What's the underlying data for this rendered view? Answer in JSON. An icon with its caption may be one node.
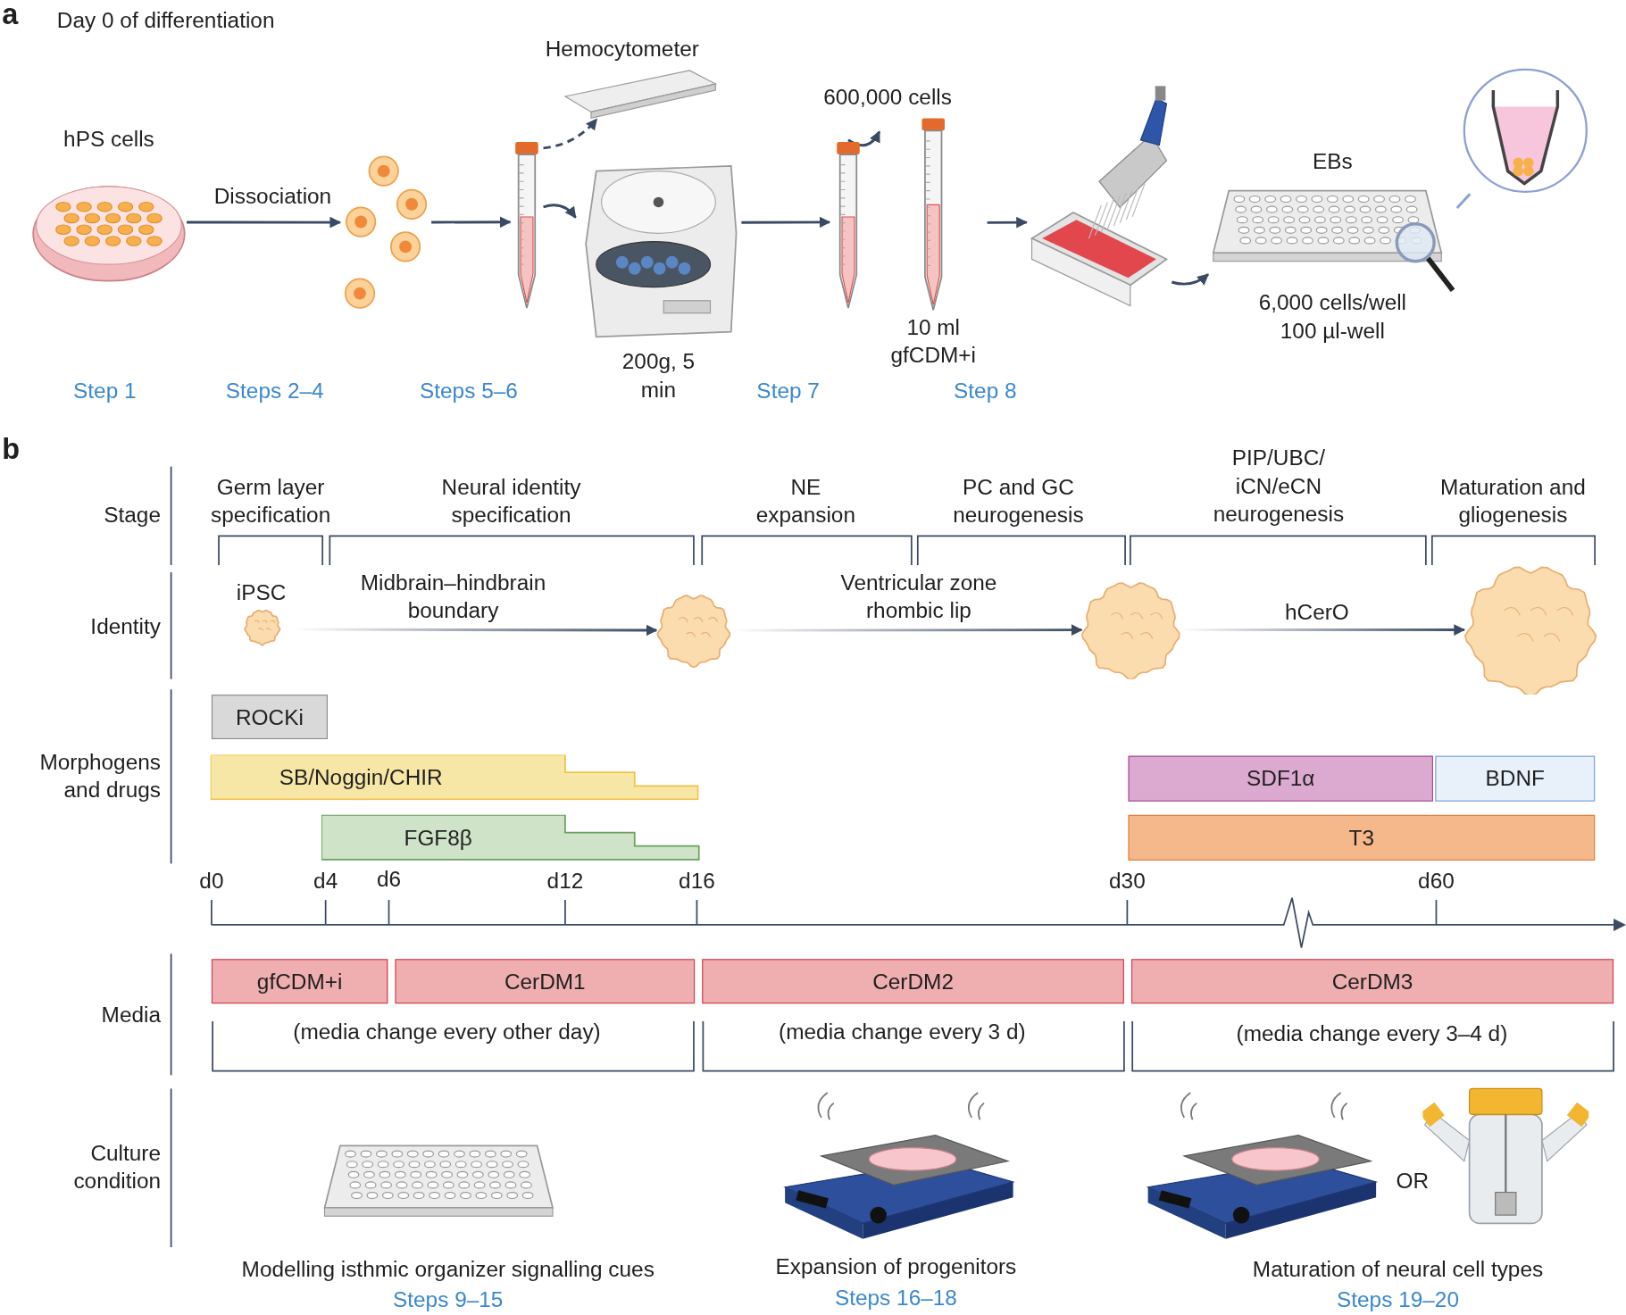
{
  "diagram": {
    "nodes": [
      {
        "text": [
          "hPS cells"
        ]
      },
      {
        "text": [],
        "shape": "picture"
      },
      {
        "text": [],
        "shape": "picture"
      },
      {
        "text": [
          "Hemocytometer"
        ]
      },
      {
        "text": [],
        "shape": "picture",
        "beside": [
          "200g, 5 min"
        ]
      },
      {
        "text": [],
        "shape": "picture"
      },
      {
        "text": [],
        "shape": "picture",
        "beside": [
          "10 ml gfCDM+i"
        ]
      },
      {
        "text": [],
        "shape": "picture"
      },
      {
        "text": [
          "EBs"
        ],
        "beside": [
          "6,000 cells/well 100 µl-well"
        ]
      },
      {
        "text": [],
        "shape": "picture"
      },
      {
        "text": [
          "iPSC"
        ]
      },
      {
        "text": [],
        "shape": "picture"
      },
      {
        "text": [],
        "shape": "picture"
      },
      {
        "text": [],
        "shape": "picture"
      },
      {
        "text": [
          "ROCKi"
        ]
      },
      {
        "text": [
          "SB/Noggin/CHIR"
        ]
      },
      {
        "text": [
          "SDF1α"
        ]
      },
      {
        "text": [
          "BDNF"
        ]
      },
      {
        "text": [
          "FGF8β"
        ]
      },
      {
        "text": [
          "T3"
        ]
      },
      {
        "text": [
          "gfCDM+i"
        ]
      },
      {
        "text": [
          "CerDM1"
        ]
      },
      {
        "text": [
          "CerDM2"
        ]
      },
      {
        "text": [
          "CerDM3"
        ]
      }
    ],
    "edges": [
      {
        "from": 0,
        "to": 1,
        "arrow": "to",
        "label": "Dissociation"
      },
      {
        "from": 1,
        "to": 2,
        "arrow": "to"
      },
      {
        "from": 2,
        "to": 4,
        "arrow": "to"
      },
      {
        "from": 2,
        "to": 3,
        "arrow": "to",
        "style": "dashed"
      },
      {
        "from": 4,
        "to": 5,
        "arrow": "to"
      },
      {
        "from": 5,
        "to": 6,
        "arrow": "to",
        "label": "600,000 cells"
      },
      {
        "from": 6,
        "to": 7,
        "arrow": "to"
      },
      {
        "from": 7,
        "to": 8,
        "arrow": "to"
      },
      {
        "from": 8,
        "to": 9,
        "arrow": "none",
        "color": "#8da0d6"
      },
      {
        "from": 10,
        "to": 11,
        "arrow": "to",
        "label": "Midbrain–hindbrain boundary"
      },
      {
        "from": 11,
        "to": 12,
        "arrow": "to",
        "label": "Ventricular zone rhombic lip"
      },
      {
        "from": 12,
        "to": 13,
        "arrow": "to",
        "label": "hCerO"
      }
    ],
    "labels": [
      "a",
      "Day 0 of differentiation",
      "Step 1",
      "Steps 2–4",
      "Steps 5–6",
      "Step 7",
      "Step 8",
      "b",
      "Stage",
      "Germ layer specification",
      "Neural identity specification",
      "NE expansion",
      "PC and GC neurogenesis",
      "PIP/UBC/ iCN/eCN neurogenesis",
      "Maturation and gliogenesis",
      "Identity",
      "Morphogens and drugs",
      "d0",
      "d4",
      "d6",
      "d12",
      "d16",
      "d30",
      "d60",
      "Media",
      "(media change every other day)",
      "(media change every 3 d)",
      "(media change every 3–4 d)",
      "Culture condition",
      "OR",
      "Modelling isthmic organizer signalling cues",
      "Steps 9–15",
      "Expansion of progenitors",
      "Steps 16–18",
      "Maturation of neural cell types",
      "Steps 19–20"
    ]
  }
}
